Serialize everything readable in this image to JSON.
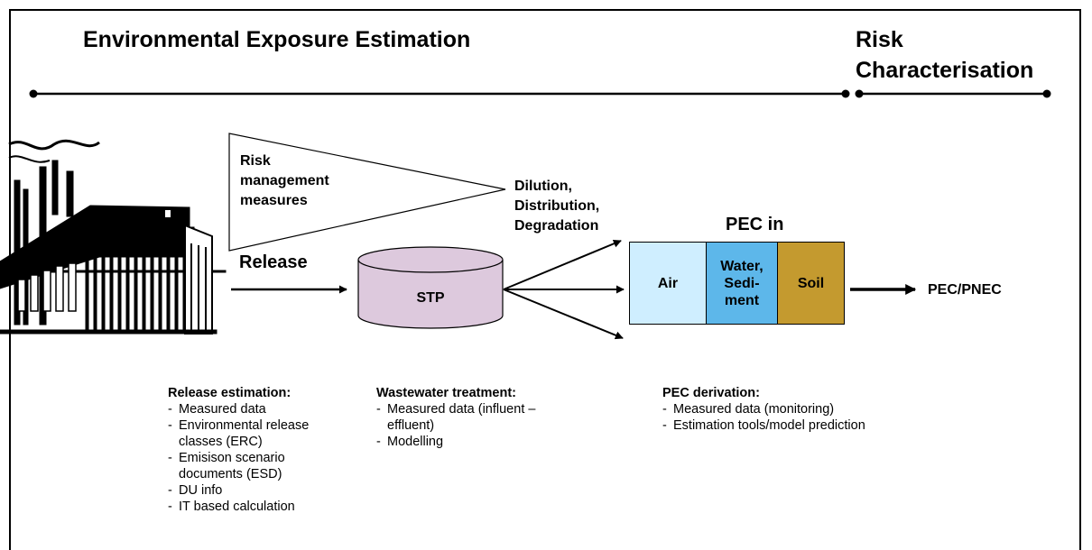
{
  "header": {
    "left_title": "Environmental Exposure Estimation",
    "right_title_line1": "Risk",
    "right_title_line2": "Characterisation"
  },
  "diagram": {
    "risk_line1": "Risk",
    "risk_line2": "management",
    "risk_line3": "measures",
    "release_label": "Release",
    "stp_label": "STP",
    "dilution_line1": "Dilution,",
    "dilution_line2": "Distribution,",
    "dilution_line3": "Degradation",
    "pec_in_label": "PEC in",
    "compartments": {
      "air": "Air",
      "water_line1": "Water,",
      "water_line2": "Sedi-",
      "water_line3": "ment",
      "soil": "Soil"
    },
    "ratio_label": "PEC/PNEC",
    "colors": {
      "air": "#cfeeff",
      "water": "#5db7ea",
      "soil": "#c49a2f",
      "stp": "#ddc9dd"
    }
  },
  "notes": {
    "release": {
      "heading": "Release estimation:",
      "items": [
        "Measured data",
        "Environmental release classes (ERC)",
        "Emisison scenario documents (ESD)",
        "DU info",
        "IT based calculation"
      ]
    },
    "wastewater": {
      "heading": "Wastewater treatment:",
      "items": [
        "Measured data (influent – effluent)",
        "Modelling"
      ]
    },
    "pec": {
      "heading": "PEC derivation:",
      "items": [
        "Measured data (monitoring)",
        "Estimation tools/model prediction"
      ]
    }
  }
}
